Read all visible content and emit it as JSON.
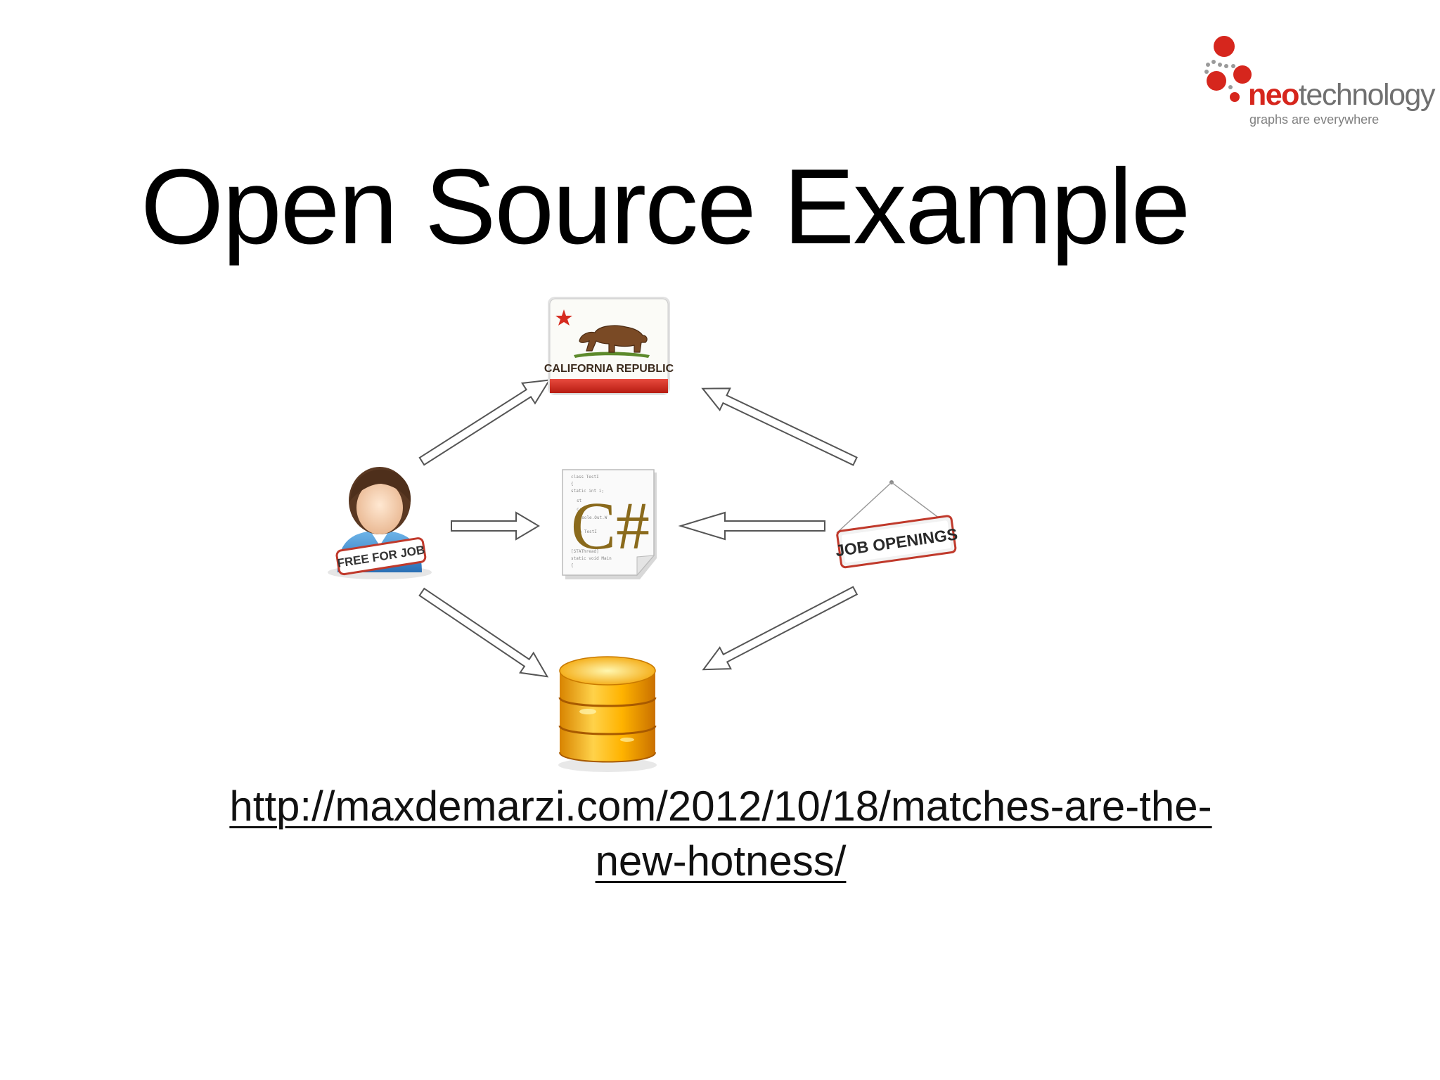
{
  "slide": {
    "title": "Open Source Example",
    "link_line1": "http://maxdemarzi.com/2012/10/18/matches-are-the-",
    "link_line2": "new-hotness/"
  },
  "logo": {
    "name_part1": "neo",
    "name_part2": "technology",
    "tagline": "graphs are everywhere"
  },
  "diagram": {
    "nodes": {
      "location": {
        "icon": "california-flag-icon",
        "label": "CALIFORNIA REPUBLIC"
      },
      "skill": {
        "icon": "csharp-file-icon",
        "label": "C#"
      },
      "database": {
        "icon": "database-icon"
      },
      "person": {
        "icon": "person-icon",
        "label": "FREE FOR JOB"
      },
      "job": {
        "icon": "job-openings-sign-icon",
        "label": "JOB OPENINGS"
      }
    },
    "edges": [
      {
        "from": "person",
        "to": "location"
      },
      {
        "from": "person",
        "to": "skill"
      },
      {
        "from": "person",
        "to": "database"
      },
      {
        "from": "job",
        "to": "location"
      },
      {
        "from": "job",
        "to": "skill"
      },
      {
        "from": "job",
        "to": "database"
      }
    ]
  },
  "colors": {
    "brand_red": "#d6261d",
    "brand_gray": "#707070",
    "arrow_stroke": "#555555",
    "db_gold": "#f5a700"
  }
}
